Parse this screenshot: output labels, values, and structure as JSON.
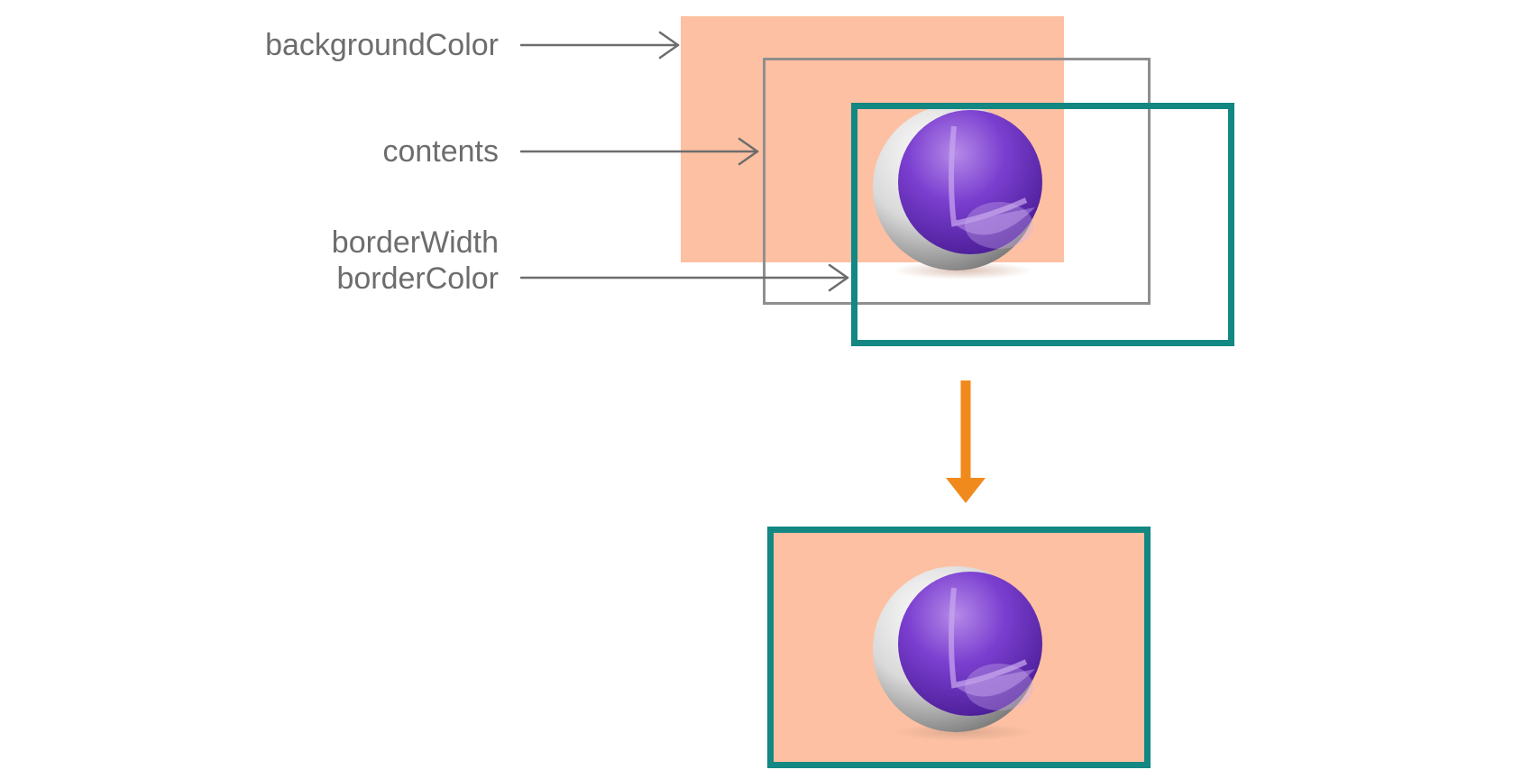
{
  "labels": {
    "background_color": "backgroundColor",
    "contents": "contents",
    "border_width": "borderWidth",
    "border_color": "borderColor"
  },
  "colors": {
    "background_fill": "#fec0a2",
    "contents_frame": "#8f8f8f",
    "border": "#138781",
    "arrow_label": "#6d6d6d",
    "arrow_result": "#f08a1c",
    "sphere_purple": "#6a2fc0"
  },
  "icons": {
    "sphere": "instruments-sphere-icon",
    "result_arrow": "arrow-down-icon"
  }
}
